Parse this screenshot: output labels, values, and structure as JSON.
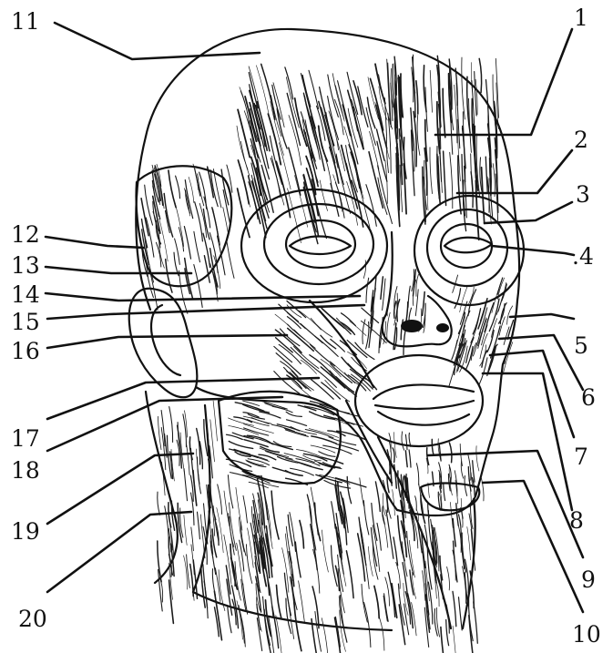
{
  "labels": [
    {
      "id": "1",
      "text": "1"
    },
    {
      "id": "2",
      "text": "2"
    },
    {
      "id": "3",
      "text": "3"
    },
    {
      "id": "4",
      "text": ".4"
    },
    {
      "id": "5",
      "text": "5"
    },
    {
      "id": "6",
      "text": "6"
    },
    {
      "id": "7",
      "text": "7"
    },
    {
      "id": "8",
      "text": "8"
    },
    {
      "id": "9",
      "text": "9"
    },
    {
      "id": "10",
      "text": "10"
    },
    {
      "id": "11",
      "text": "11"
    },
    {
      "id": "12",
      "text": "12"
    },
    {
      "id": "13",
      "text": "13"
    },
    {
      "id": "14",
      "text": "14"
    },
    {
      "id": "15",
      "text": "15"
    },
    {
      "id": "16",
      "text": "16"
    },
    {
      "id": "17",
      "text": "17"
    },
    {
      "id": "18",
      "text": "18"
    },
    {
      "id": "19",
      "text": "19"
    },
    {
      "id": "20",
      "text": "20"
    }
  ],
  "colors": {
    "ink": "#111111",
    "paper": "#ffffff"
  }
}
